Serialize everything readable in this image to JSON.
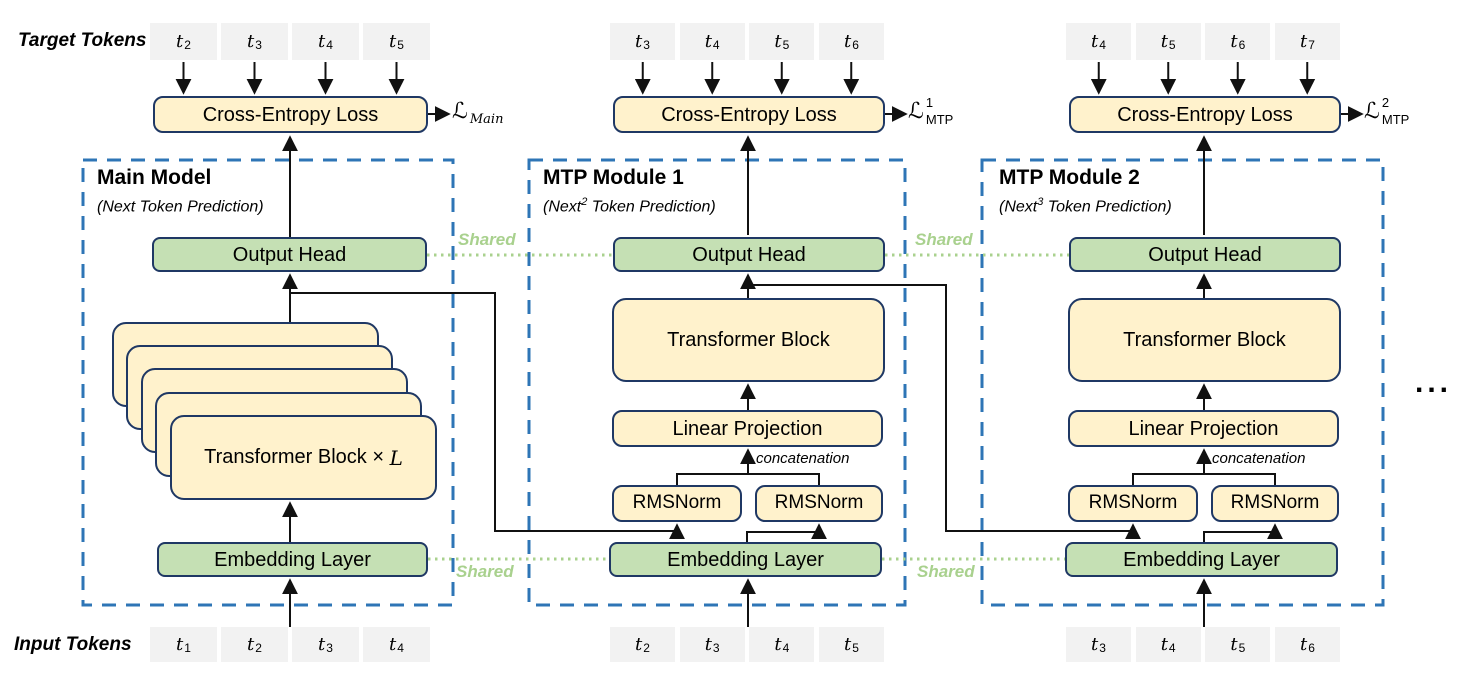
{
  "side_labels": {
    "target": "Target Tokens",
    "input": "Input Tokens",
    "ellipsis": "..."
  },
  "shared_label": "Shared",
  "colors": {
    "box_yellow": "#FFF2CC",
    "box_green": "#C5E0B4",
    "box_border": "#1F3864",
    "token_gray": "#F2F2F2",
    "module_dashed": "#2E75B6",
    "shared_green": "#A9D18E"
  },
  "modules": [
    {
      "title": "Main Model",
      "subtitle_prefix": "(Next",
      "subtitle_sup": "",
      "subtitle_suffix": " Token Prediction)",
      "cross_entropy": "Cross-Entropy Loss",
      "loss_symbol": "ℒ",
      "loss_sup": "",
      "loss_sub": "Main",
      "output_head": "Output Head",
      "stack_label": "Transformer Block ×",
      "stack_var": "L",
      "embedding": "Embedding Layer",
      "target_tokens": [
        {
          "b": "t",
          "s": "2"
        },
        {
          "b": "t",
          "s": "3"
        },
        {
          "b": "t",
          "s": "4"
        },
        {
          "b": "t",
          "s": "5"
        }
      ],
      "input_tokens": [
        {
          "b": "t",
          "s": "1"
        },
        {
          "b": "t",
          "s": "2"
        },
        {
          "b": "t",
          "s": "3"
        },
        {
          "b": "t",
          "s": "4"
        }
      ]
    },
    {
      "title": "MTP Module 1",
      "subtitle_prefix": "(Next",
      "subtitle_sup": "2",
      "subtitle_suffix": " Token Prediction)",
      "cross_entropy": "Cross-Entropy Loss",
      "loss_symbol": "ℒ",
      "loss_sup": "1",
      "loss_sub": "MTP",
      "output_head": "Output Head",
      "transformer_block": "Transformer Block",
      "linear_projection": "Linear Projection",
      "concatenation": "concatenation",
      "rmsnorm_left": "RMSNorm",
      "rmsnorm_right": "RMSNorm",
      "embedding": "Embedding Layer",
      "target_tokens": [
        {
          "b": "t",
          "s": "3"
        },
        {
          "b": "t",
          "s": "4"
        },
        {
          "b": "t",
          "s": "5"
        },
        {
          "b": "t",
          "s": "6"
        }
      ],
      "input_tokens": [
        {
          "b": "t",
          "s": "2"
        },
        {
          "b": "t",
          "s": "3"
        },
        {
          "b": "t",
          "s": "4"
        },
        {
          "b": "t",
          "s": "5"
        }
      ]
    },
    {
      "title": "MTP Module 2",
      "subtitle_prefix": "(Next",
      "subtitle_sup": "3",
      "subtitle_suffix": " Token Prediction)",
      "cross_entropy": "Cross-Entropy Loss",
      "loss_symbol": "ℒ",
      "loss_sup": "2",
      "loss_sub": "MTP",
      "output_head": "Output Head",
      "transformer_block": "Transformer Block",
      "linear_projection": "Linear Projection",
      "concatenation": "concatenation",
      "rmsnorm_left": "RMSNorm",
      "rmsnorm_right": "RMSNorm",
      "embedding": "Embedding Layer",
      "target_tokens": [
        {
          "b": "t",
          "s": "4"
        },
        {
          "b": "t",
          "s": "5"
        },
        {
          "b": "t",
          "s": "6"
        },
        {
          "b": "t",
          "s": "7"
        }
      ],
      "input_tokens": [
        {
          "b": "t",
          "s": "3"
        },
        {
          "b": "t",
          "s": "4"
        },
        {
          "b": "t",
          "s": "5"
        },
        {
          "b": "t",
          "s": "6"
        }
      ]
    }
  ]
}
